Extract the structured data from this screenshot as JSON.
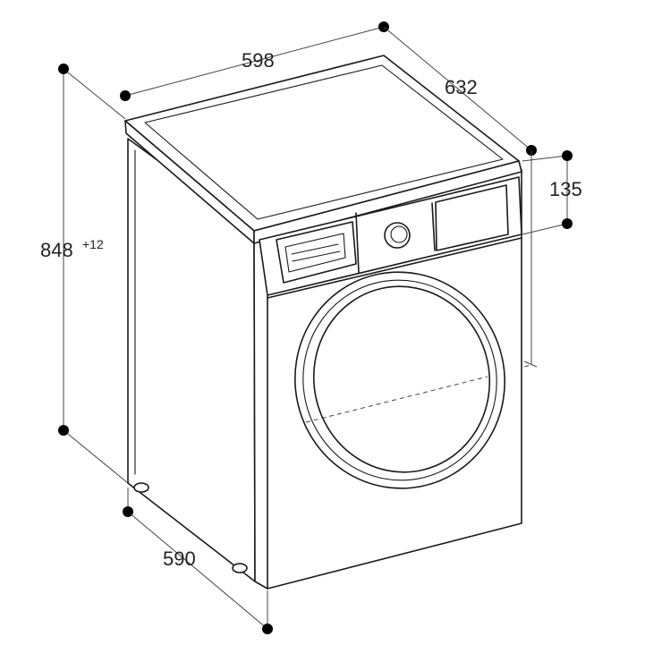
{
  "dimensions": {
    "width": "598",
    "depth_top": "632",
    "height": "848",
    "height_tolerance": "+12",
    "depth_bottom": "590",
    "panel_height": "135"
  }
}
